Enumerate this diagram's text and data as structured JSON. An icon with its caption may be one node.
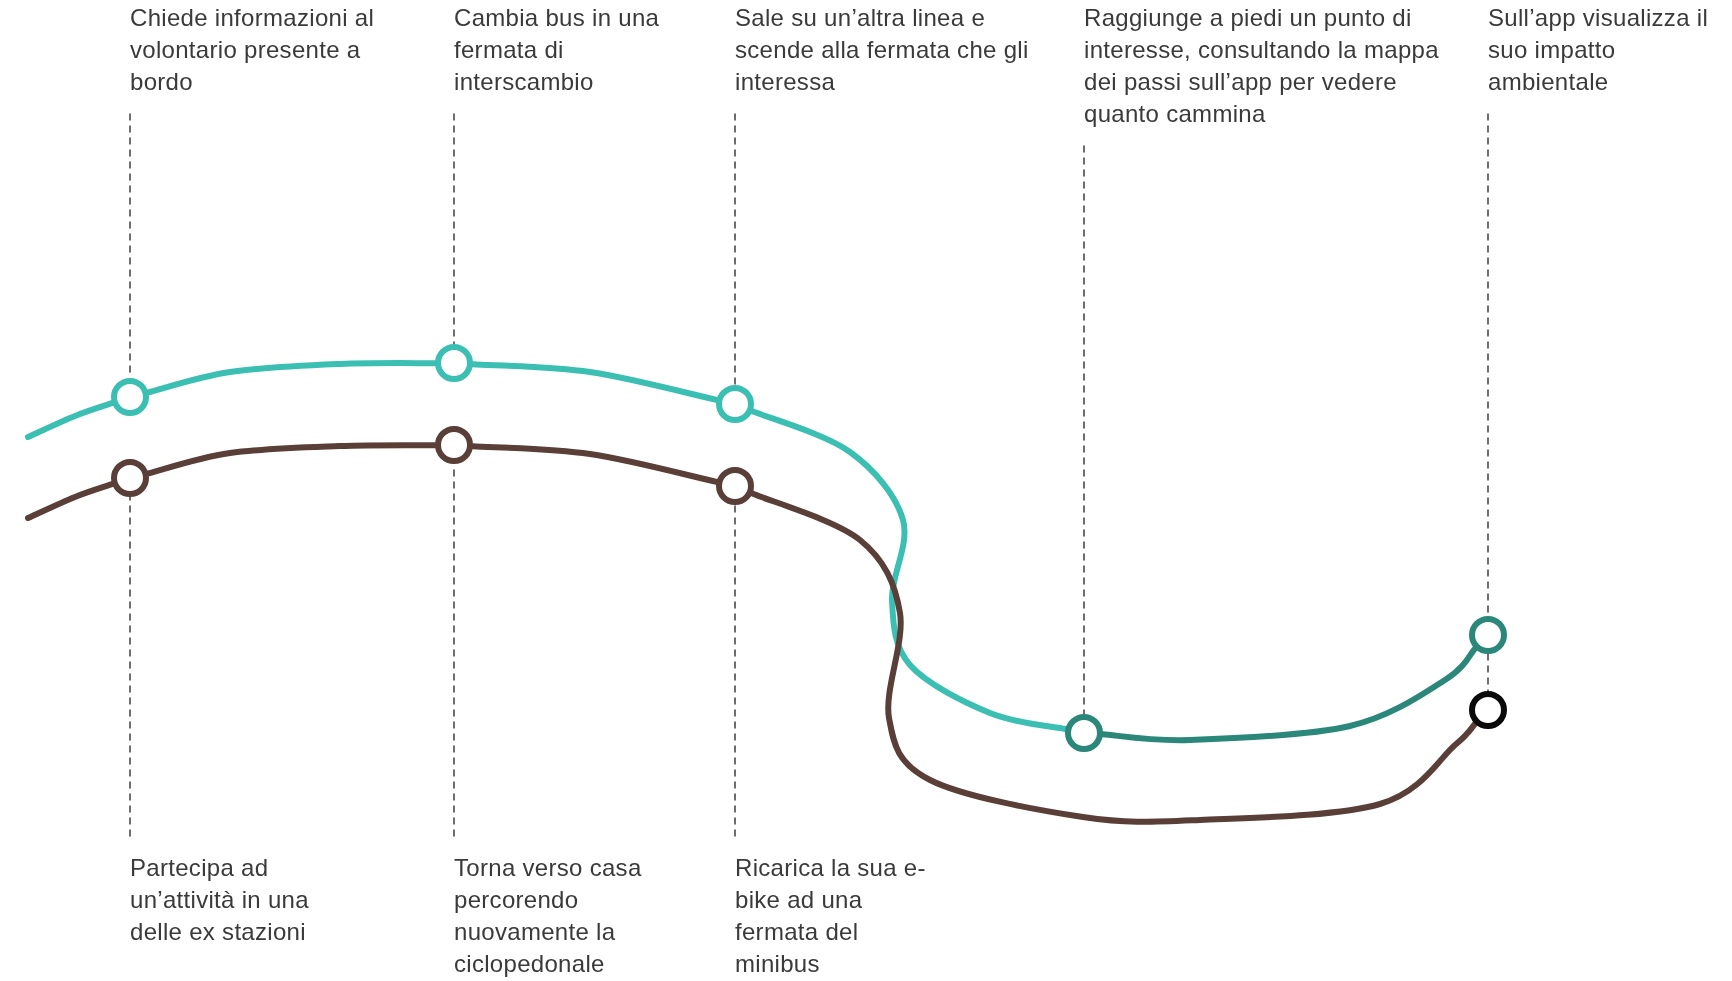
{
  "diagram": {
    "nodes": [
      {
        "text": [
          "Chiede informazioni al volontario presente a bordo"
        ]
      },
      {
        "text": [
          "Cambia bus in una fermata di interscambio"
        ]
      },
      {
        "text": [
          "Sale su un’altra linea e scende alla fermata che gli interessa"
        ]
      },
      {
        "text": [
          "Raggiunge a piedi un punto di interesse, consultando la mappa dei passi sull’app per vedere quanto cammina"
        ]
      },
      {
        "text": [
          "Sull’app visualizza il suo impatto ambientale"
        ]
      },
      {
        "text": [],
        "shape": "circle"
      },
      {
        "text": [],
        "shape": "circle"
      },
      {
        "text": [],
        "shape": "circle"
      },
      {
        "text": [],
        "shape": "circle"
      },
      {
        "text": [],
        "shape": "circle"
      },
      {
        "text": [],
        "shape": "circle"
      },
      {
        "text": [],
        "shape": "circle"
      },
      {
        "text": [],
        "shape": "circle"
      },
      {
        "text": [],
        "shape": "circle"
      },
      {
        "text": [
          "Partecipa ad un’attività in una delle ex stazioni"
        ]
      },
      {
        "text": [
          "Torna verso casa percorendo nuovamente la ciclopedonale"
        ]
      },
      {
        "text": [
          "Ricarica la sua e-bike ad una fermata del minibus"
        ]
      }
    ],
    "edges": [
      {
        "from": null,
        "to": 5,
        "arrow": "none",
        "style": "thick",
        "color": "#3bbfb2"
      },
      {
        "from": 5,
        "to": 6,
        "arrow": "none",
        "style": "thick",
        "color": "#3bbfb2"
      },
      {
        "from": 6,
        "to": 7,
        "arrow": "none",
        "style": "thick",
        "color": "#3bbfb2"
      },
      {
        "from": 7,
        "to": 8,
        "arrow": "none",
        "style": "thick",
        "color": "#3bbfb2"
      },
      {
        "from": 8,
        "to": 9,
        "arrow": "none",
        "style": "thick",
        "color": "#2a877a"
      },
      {
        "from": null,
        "to": 10,
        "arrow": "none",
        "style": "thick",
        "color": "#5a3e38"
      },
      {
        "from": 10,
        "to": 11,
        "arrow": "none",
        "style": "thick",
        "color": "#5a3e38"
      },
      {
        "from": 11,
        "to": 12,
        "arrow": "none",
        "style": "thick",
        "color": "#5a3e38"
      },
      {
        "from": 12,
        "to": 13,
        "arrow": "none",
        "style": "thick",
        "color": "#5a3e38"
      },
      {
        "from": 0,
        "to": 5,
        "arrow": "none",
        "style": "dashed"
      },
      {
        "from": 1,
        "to": 6,
        "arrow": "none",
        "style": "dashed"
      },
      {
        "from": 2,
        "to": 7,
        "arrow": "none",
        "style": "dashed"
      },
      {
        "from": 3,
        "to": 8,
        "arrow": "none",
        "style": "dashed"
      },
      {
        "from": 4,
        "to": 9,
        "arrow": "none",
        "style": "dashed"
      },
      {
        "from": 9,
        "to": 13,
        "arrow": "none",
        "style": "dashed"
      },
      {
        "from": 14,
        "to": 10,
        "arrow": "none",
        "style": "dashed"
      },
      {
        "from": 15,
        "to": 11,
        "arrow": "none",
        "style": "dashed"
      },
      {
        "from": 16,
        "to": 12,
        "arrow": "none",
        "style": "dashed"
      }
    ]
  }
}
